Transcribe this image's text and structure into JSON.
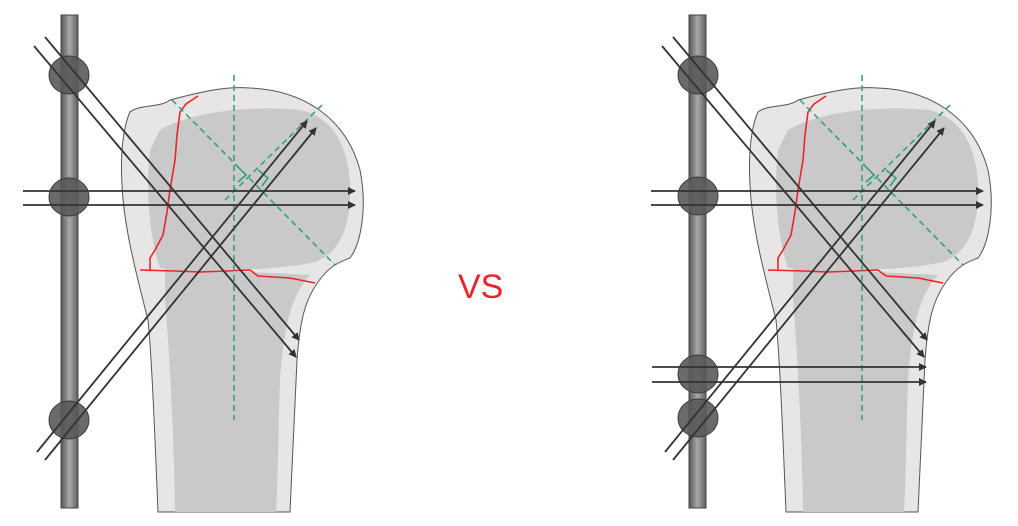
{
  "comparison_label": "VS",
  "colors": {
    "fracture": "#e8262a",
    "axis_guides": "#2e9e76",
    "rod": "#6b6b6b",
    "clamp": "#5a5a5a",
    "pin": "#333333",
    "cortical_bone": "#e8e5e5",
    "cancellous_bone": "#c9c9c9"
  },
  "figures": [
    {
      "name": "configuration-a",
      "clamps": 3,
      "pin_pairs": 3
    },
    {
      "name": "configuration-b",
      "clamps": 4,
      "pin_pairs": 4
    }
  ]
}
